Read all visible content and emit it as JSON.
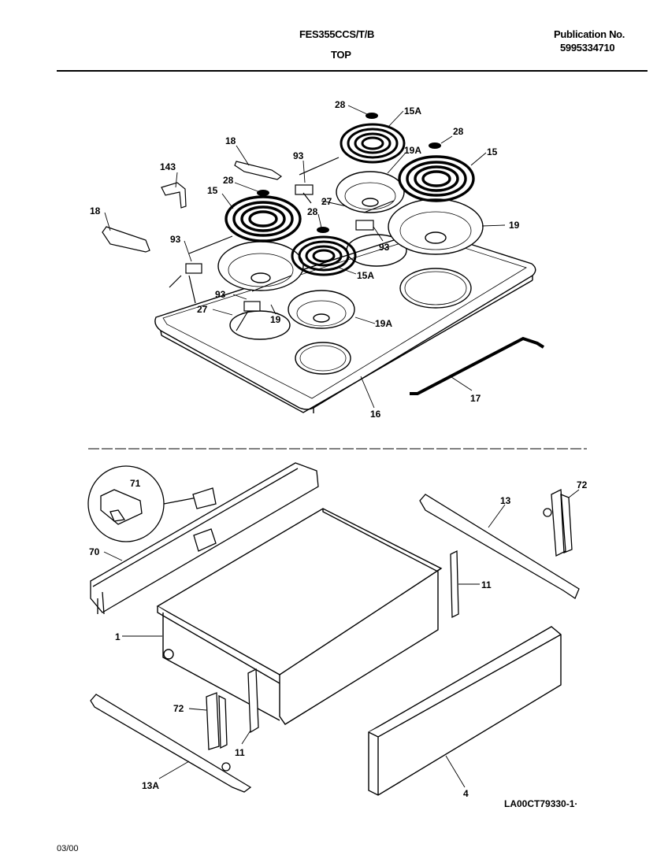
{
  "header": {
    "model": "FES355CCS/T/B",
    "section": "TOP",
    "publication_label": "Publication No.",
    "publication_number": "5995334710"
  },
  "callouts": {
    "c28a": "28",
    "c15a_top": "15A",
    "c28b": "28",
    "c19a_top": "19A",
    "c15_right": "15",
    "c18_top": "18",
    "c93_top": "93",
    "c143": "143",
    "c28c": "28",
    "c15_left": "15",
    "c27_mid": "27",
    "c18_left": "18",
    "c28d": "28",
    "c19_right": "19",
    "c93_mid": "93",
    "c93_left": "93",
    "c15a_mid": "15A",
    "c93_low": "93",
    "c27_low": "27",
    "c19_low": "19",
    "c19a_low": "19A",
    "c17": "17",
    "c16": "16",
    "c71": "71",
    "c70": "70",
    "c13_right": "13",
    "c72_right": "72",
    "c11_right": "11",
    "c1": "1",
    "c72_left": "72",
    "c11_left": "11",
    "c13a": "13A",
    "c4": "4"
  },
  "footer": {
    "drawing_id": "LA00CT79330-1·",
    "date": "03/00"
  }
}
